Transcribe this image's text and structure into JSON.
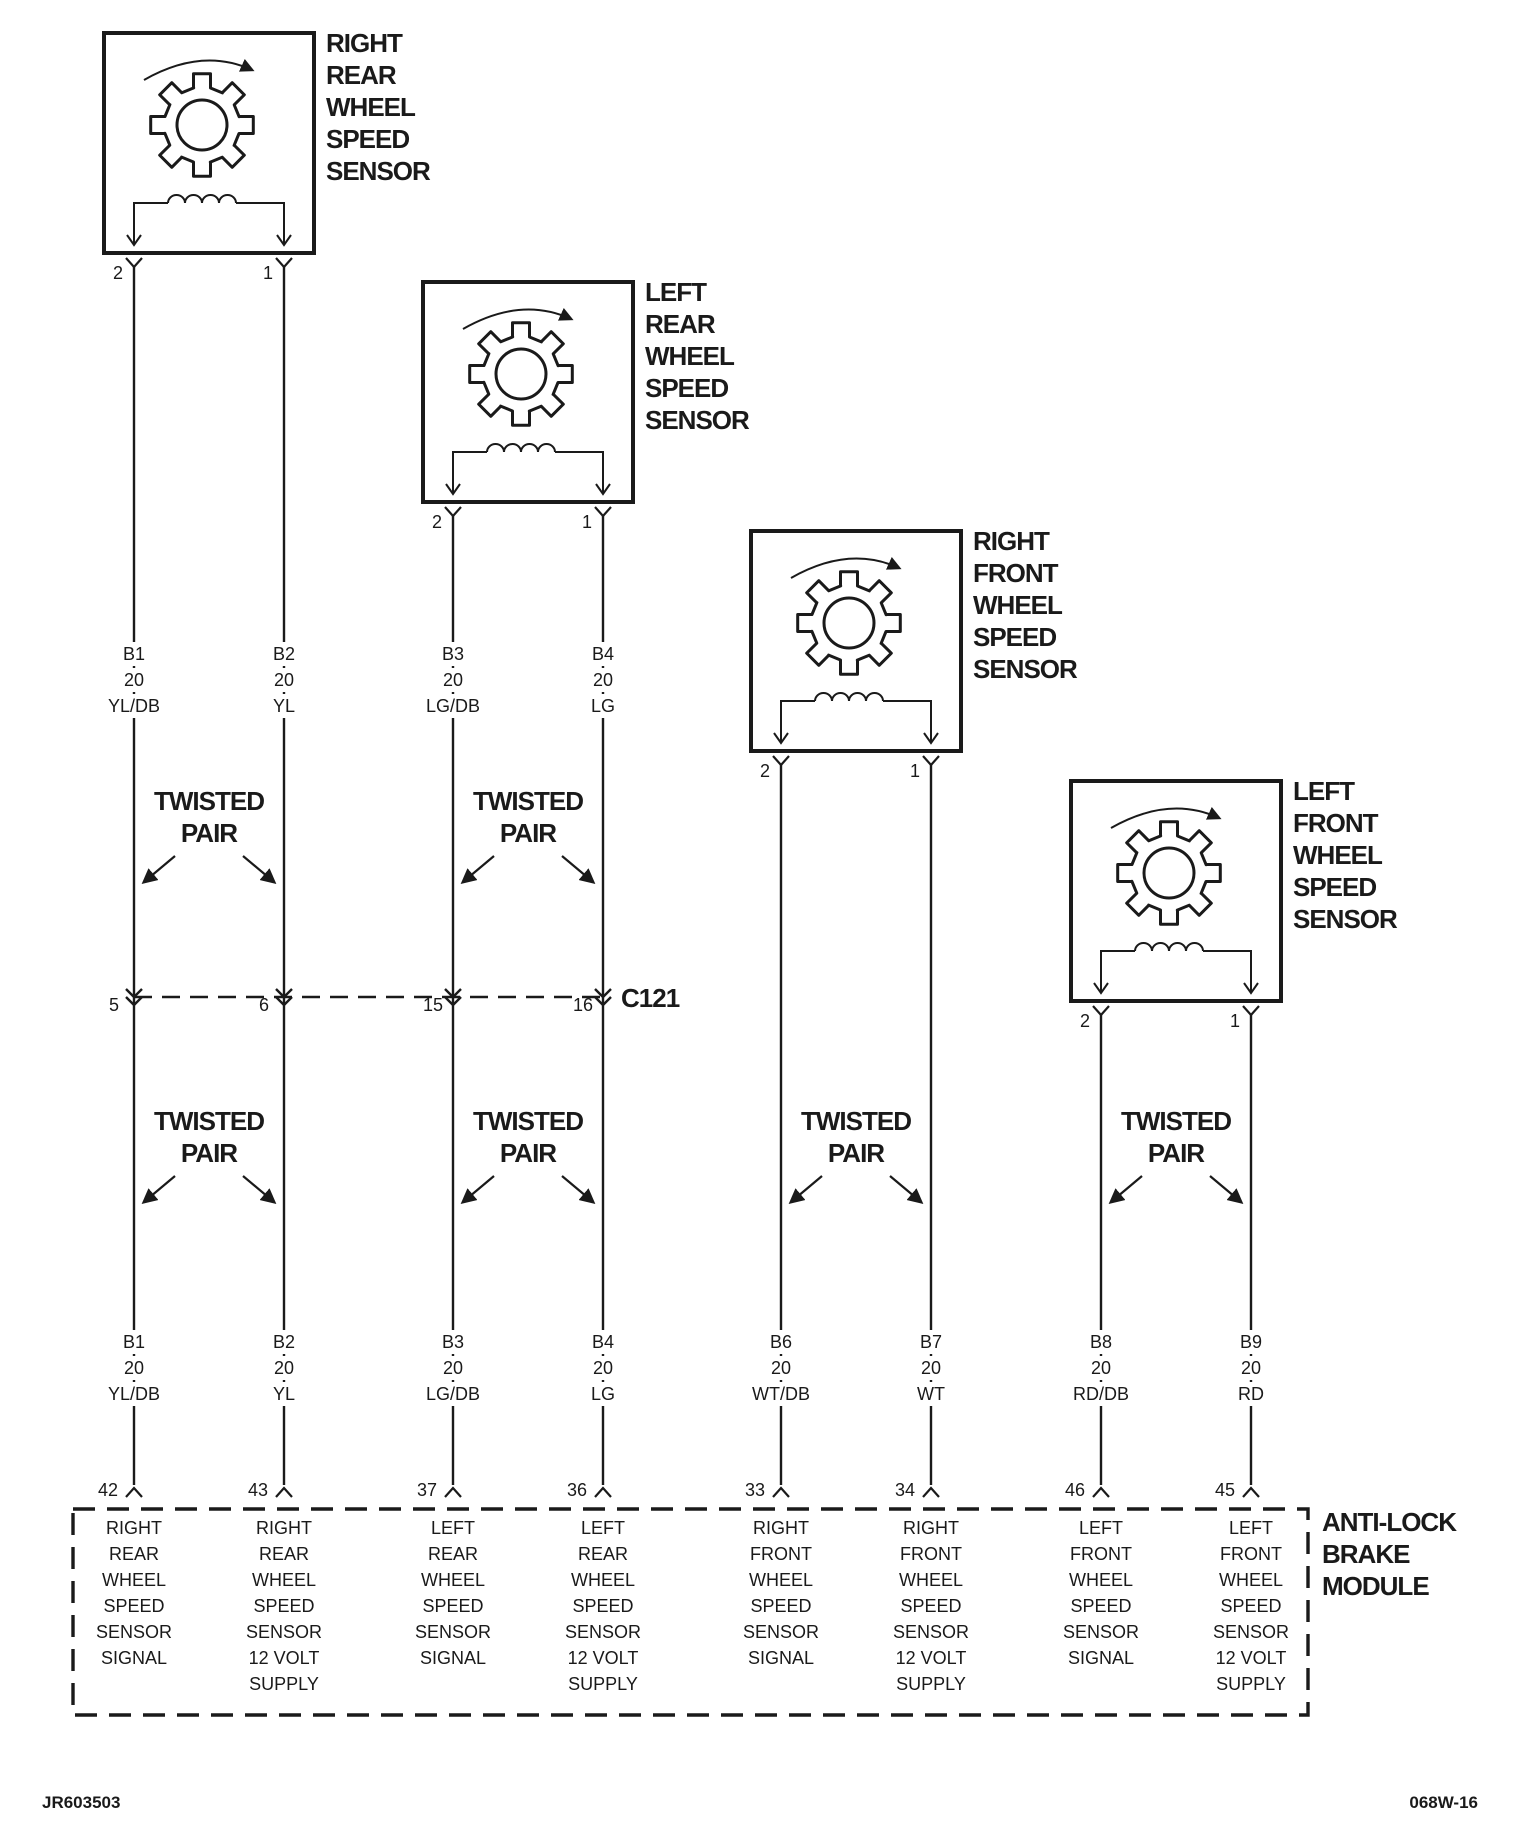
{
  "sensors": [
    {
      "name": "RIGHT REAR WHEEL SPEED SENSOR",
      "title": [
        "RIGHT",
        "REAR",
        "WHEEL",
        "SPEED",
        "SENSOR"
      ],
      "pin_left": "2",
      "pin_right": "1"
    },
    {
      "name": "LEFT REAR WHEEL SPEED SENSOR",
      "title": [
        "LEFT",
        "REAR",
        "WHEEL",
        "SPEED",
        "SENSOR"
      ],
      "pin_left": "2",
      "pin_right": "1"
    },
    {
      "name": "RIGHT FRONT WHEEL SPEED SENSOR",
      "title": [
        "RIGHT",
        "FRONT",
        "WHEEL",
        "SPEED",
        "SENSOR"
      ],
      "pin_left": "2",
      "pin_right": "1"
    },
    {
      "name": "LEFT FRONT WHEEL SPEED SENSOR",
      "title": [
        "LEFT",
        "FRONT",
        "WHEEL",
        "SPEED",
        "SENSOR"
      ],
      "pin_left": "2",
      "pin_right": "1"
    }
  ],
  "upper_wires": [
    {
      "circuit": "B1",
      "gauge": "20",
      "color": "YL/DB"
    },
    {
      "circuit": "B2",
      "gauge": "20",
      "color": "YL"
    },
    {
      "circuit": "B3",
      "gauge": "20",
      "color": "LG/DB"
    },
    {
      "circuit": "B4",
      "gauge": "20",
      "color": "LG"
    }
  ],
  "lower_wires": [
    {
      "circuit": "B1",
      "gauge": "20",
      "color": "YL/DB"
    },
    {
      "circuit": "B2",
      "gauge": "20",
      "color": "YL"
    },
    {
      "circuit": "B3",
      "gauge": "20",
      "color": "LG/DB"
    },
    {
      "circuit": "B4",
      "gauge": "20",
      "color": "LG"
    },
    {
      "circuit": "B6",
      "gauge": "20",
      "color": "WT/DB"
    },
    {
      "circuit": "B7",
      "gauge": "20",
      "color": "WT"
    },
    {
      "circuit": "B8",
      "gauge": "20",
      "color": "RD/DB"
    },
    {
      "circuit": "B9",
      "gauge": "20",
      "color": "RD"
    }
  ],
  "twisted_pair_label": [
    "TWISTED",
    "PAIR"
  ],
  "connector": {
    "name": "C121",
    "pins": [
      "5",
      "6",
      "15",
      "16"
    ]
  },
  "module": {
    "title": [
      "ANTI-LOCK",
      "BRAKE",
      "MODULE"
    ],
    "terminals": [
      {
        "pin": "42",
        "function": [
          "RIGHT",
          "REAR",
          "WHEEL",
          "SPEED",
          "SENSOR",
          "SIGNAL"
        ]
      },
      {
        "pin": "43",
        "function": [
          "RIGHT",
          "REAR",
          "WHEEL",
          "SPEED",
          "SENSOR",
          "12 VOLT",
          "SUPPLY"
        ]
      },
      {
        "pin": "37",
        "function": [
          "LEFT",
          "REAR",
          "WHEEL",
          "SPEED",
          "SENSOR",
          "SIGNAL"
        ]
      },
      {
        "pin": "36",
        "function": [
          "LEFT",
          "REAR",
          "WHEEL",
          "SPEED",
          "SENSOR",
          "12 VOLT",
          "SUPPLY"
        ]
      },
      {
        "pin": "33",
        "function": [
          "RIGHT",
          "FRONT",
          "WHEEL",
          "SPEED",
          "SENSOR",
          "SIGNAL"
        ]
      },
      {
        "pin": "34",
        "function": [
          "RIGHT",
          "FRONT",
          "WHEEL",
          "SPEED",
          "SENSOR",
          "12 VOLT",
          "SUPPLY"
        ]
      },
      {
        "pin": "46",
        "function": [
          "LEFT",
          "FRONT",
          "WHEEL",
          "SPEED",
          "SENSOR",
          "SIGNAL"
        ]
      },
      {
        "pin": "45",
        "function": [
          "LEFT",
          "FRONT",
          "WHEEL",
          "SPEED",
          "SENSOR",
          "12 VOLT",
          "SUPPLY"
        ]
      }
    ]
  },
  "footer": {
    "left_code": "JR603503",
    "right_code": "068W-16"
  }
}
